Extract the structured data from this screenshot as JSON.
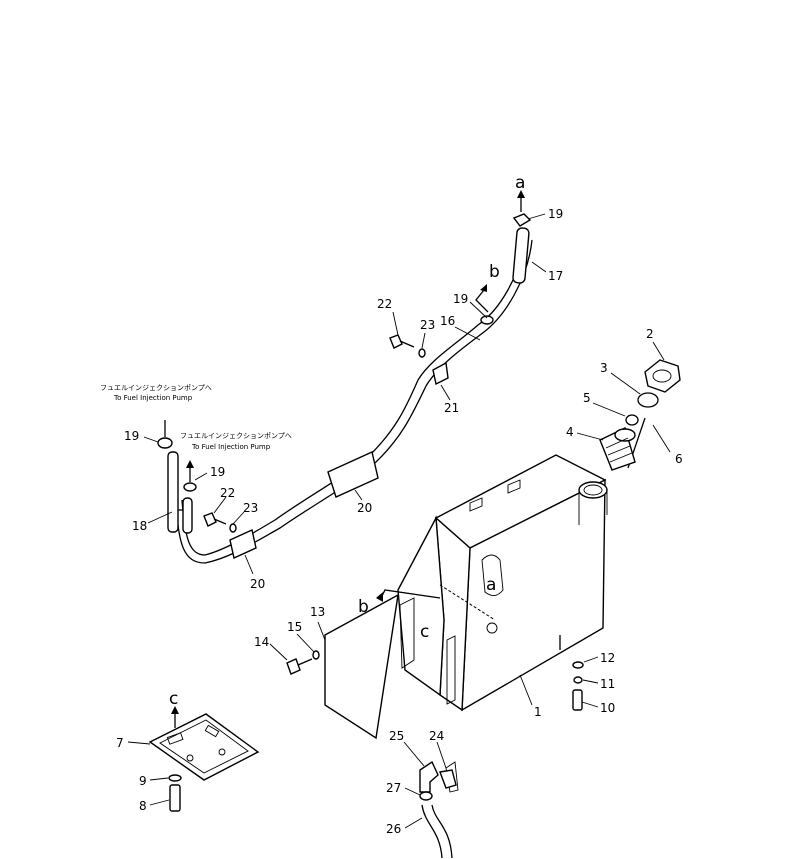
{
  "labels": {
    "p1": "1",
    "p2": "2",
    "p3": "3",
    "p4": "4",
    "p5": "5",
    "p6": "6",
    "p7": "7",
    "p8": "8",
    "p9": "9",
    "p10": "10",
    "p11": "11",
    "p12": "12",
    "p13": "13",
    "p14": "14",
    "p15": "15",
    "p16": "16",
    "p17": "17",
    "p18": "18",
    "p19": "19",
    "p20": "20",
    "p21": "21",
    "p22": "22",
    "p23": "23",
    "p24": "24",
    "p25": "25",
    "p26": "26",
    "p27": "27"
  },
  "refs": {
    "a": "a",
    "b": "b",
    "c": "c"
  },
  "notes": {
    "jp": "フュエルインジェクションポンプへ",
    "en": "To Fuel Injection Pump"
  }
}
